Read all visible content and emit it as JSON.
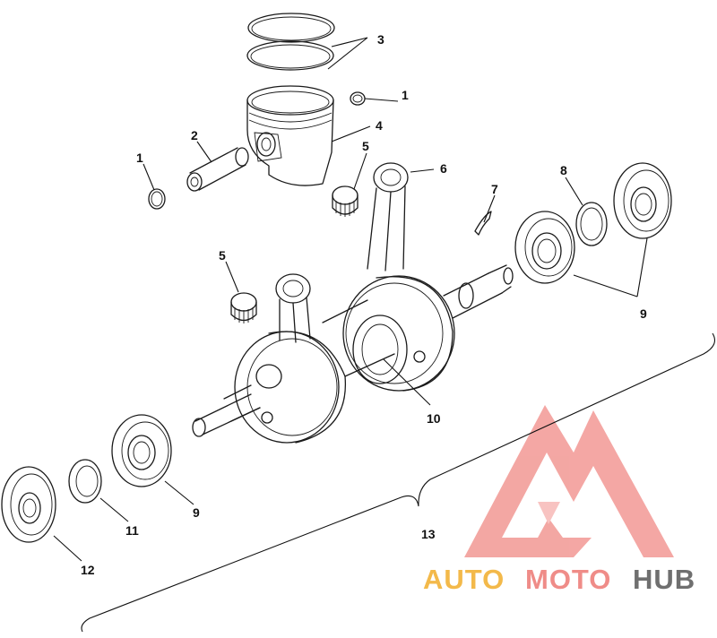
{
  "diagram": {
    "callouts": {
      "c1a": "1",
      "c1b": "1",
      "c2": "2",
      "c3": "3",
      "c4": "4",
      "c5a": "5",
      "c5b": "5",
      "c6": "6",
      "c7": "7",
      "c8": "8",
      "c9a": "9",
      "c9b": "9",
      "c10": "10",
      "c11": "11",
      "c12": "12",
      "c13": "13"
    }
  },
  "watermark": {
    "part1": "AUTO",
    "part2": "MOTO",
    "part3": "HUB",
    "colors": {
      "auto": "#f3b94a",
      "moto": "#ef8c88",
      "hub": "#6f6f6f",
      "logo": "#f08a85"
    }
  }
}
